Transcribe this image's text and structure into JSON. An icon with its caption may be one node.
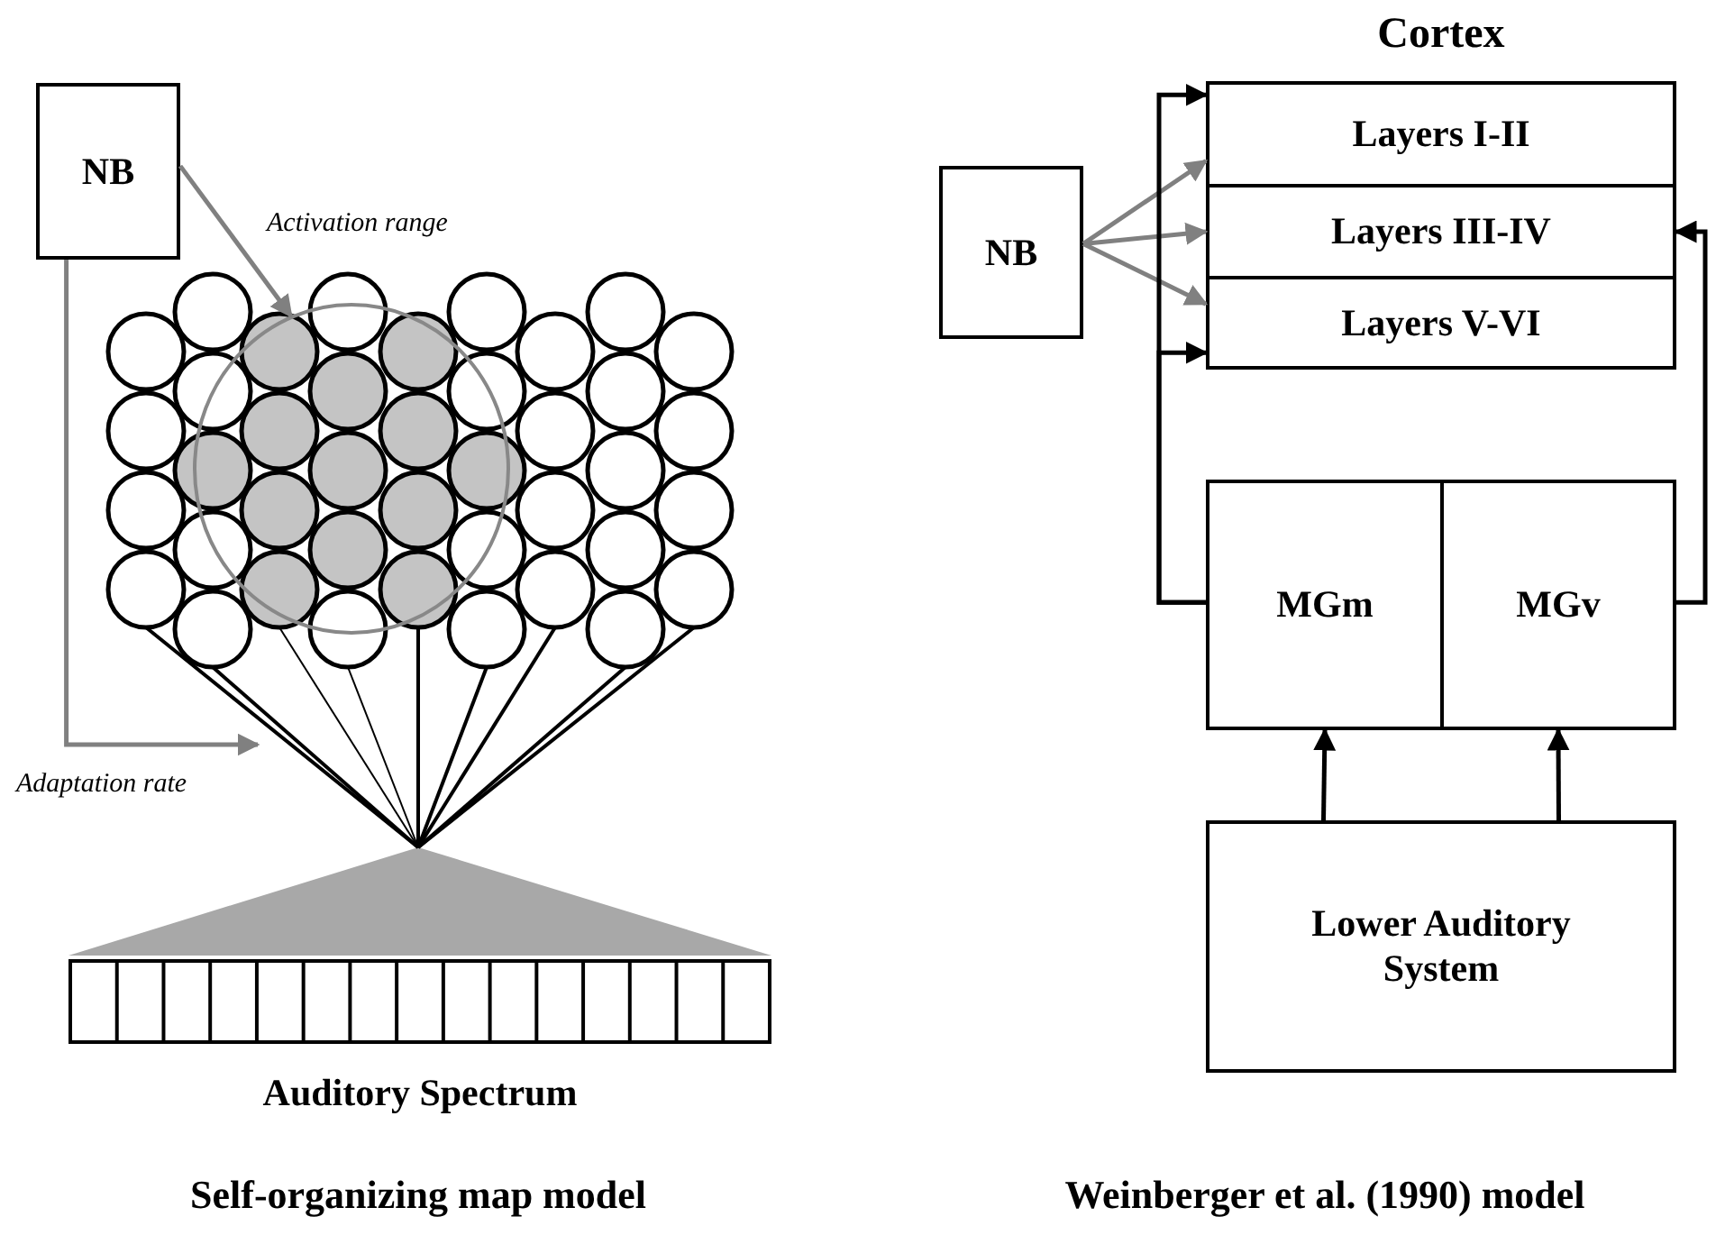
{
  "diagram": {
    "nodes": [
      {
        "text": [
          "NB"
        ]
      },
      {
        "text": [],
        "shape": "circle"
      },
      {
        "text": [
          "Auditory Spectrum"
        ]
      },
      {
        "text": [
          "Cortex"
        ]
      },
      {
        "text": [
          "Layers I-II"
        ],
        "in": 3
      },
      {
        "text": [
          "Layers III-IV"
        ],
        "in": 3
      },
      {
        "text": [
          "Layers V-VI"
        ],
        "in": 3
      },
      {
        "text": [
          "NB"
        ]
      },
      {
        "text": [
          "MGm"
        ]
      },
      {
        "text": [
          "MGv"
        ]
      },
      {
        "text": [
          "Lower Auditory System"
        ]
      }
    ],
    "edges": [
      {
        "from": 0,
        "to": 1,
        "arrow": "to",
        "label": "Activation range",
        "color": "#808080"
      },
      {
        "from": 0,
        "to": null,
        "arrow": "to",
        "label": "Adaptation rate",
        "color": "#808080"
      },
      {
        "from": 7,
        "to": 4,
        "arrow": "to",
        "color": "#808080"
      },
      {
        "from": 7,
        "to": 5,
        "arrow": "to",
        "color": "#808080"
      },
      {
        "from": 7,
        "to": 6,
        "arrow": "to",
        "color": "#808080"
      },
      {
        "from": 8,
        "to": 4,
        "arrow": "to",
        "color": "#000000"
      },
      {
        "from": 8,
        "to": 6,
        "arrow": "to",
        "color": "#000000"
      },
      {
        "from": 9,
        "to": 5,
        "arrow": "to",
        "color": "#000000"
      },
      {
        "from": 10,
        "to": 8,
        "arrow": "to",
        "color": "#000000"
      },
      {
        "from": 10,
        "to": 9,
        "arrow": "to",
        "color": "#000000"
      }
    ],
    "labels": [
      "Self-organizing map model",
      "Weinberger et al. (1990) model"
    ]
  }
}
